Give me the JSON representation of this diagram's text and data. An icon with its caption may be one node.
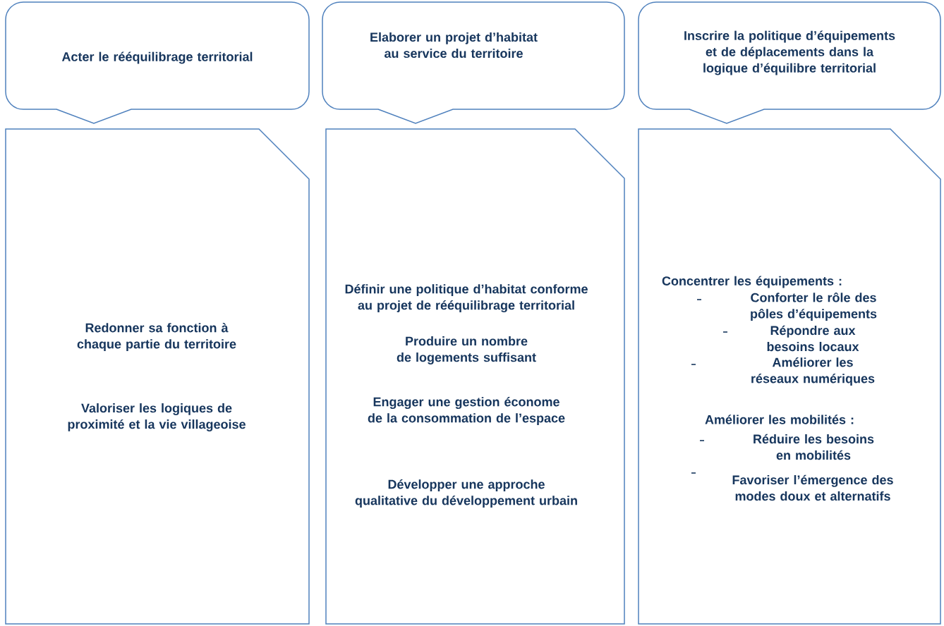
{
  "diagram": {
    "nodes": [
      {
        "text": [
          "Acter le rééquilibrage territorial"
        ]
      },
      {
        "text": [
          "Elaborer un projet d’habitat au service du territoire"
        ]
      },
      {
        "text": [
          "Inscrire la politique d’équipements et de déplacements dans la logique d’équilibre territorial"
        ]
      },
      {
        "text": [
          "Redonner sa fonction à chaque partie du territoire",
          "Valoriser les logiques de proximité et la vie villageoise"
        ]
      },
      {
        "text": [
          "Définir une politique d’habitat conforme au projet de rééquilibrage territorial",
          "Produire un nombre de logements suffisant",
          "Engager une gestion économe de la consommation de l’espace",
          "Développer une approche qualitative du développement urbain"
        ]
      },
      {
        "text": [
          "Concentrer les équipements :",
          "Conforter le rôle des pôles d’équipements",
          "Répondre aux besoins locaux",
          "Améliorer les réseaux numériques",
          "Améliorer les mobilités :",
          "Réduire les besoins en mobilités",
          "Favoriser l’émergence des modes doux et alternatifs"
        ]
      }
    ]
  }
}
